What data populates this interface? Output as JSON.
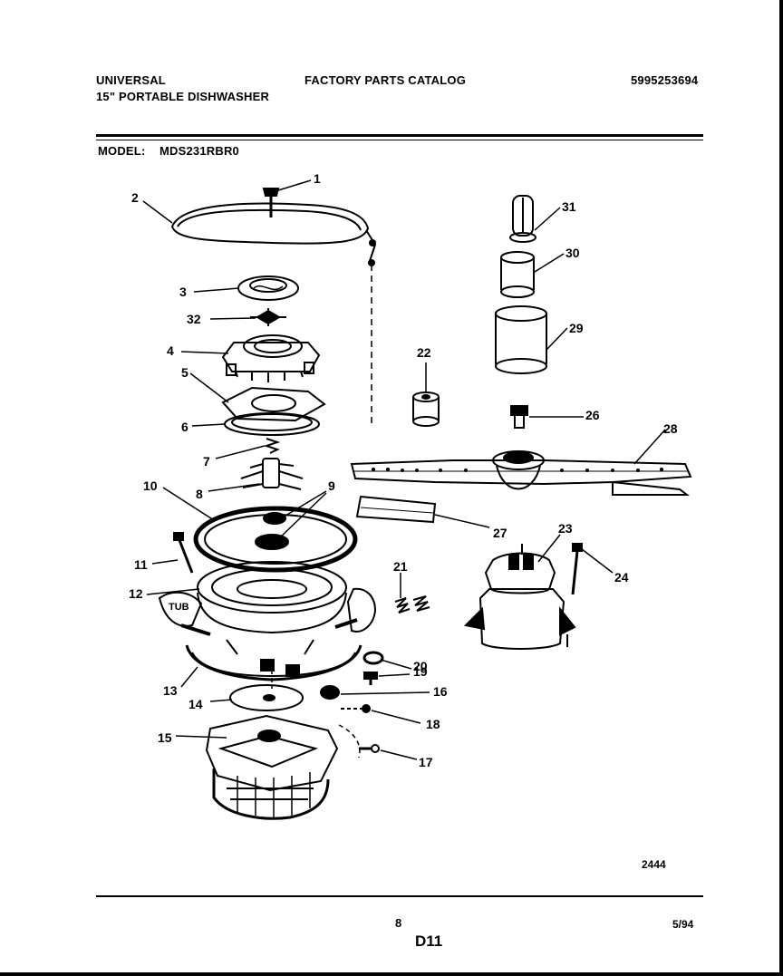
{
  "header": {
    "brand": "UNIVERSAL",
    "product": "15\" PORTABLE DISHWASHER",
    "catalog_title": "FACTORY PARTS CATALOG",
    "catalog_number": "5995253694",
    "model_label": "MODEL:",
    "model_number": "MDS231RBR0"
  },
  "diagram": {
    "tub_label": "TUB",
    "drawing_number": "2444",
    "callouts": [
      "1",
      "2",
      "3",
      "32",
      "4",
      "5",
      "6",
      "7",
      "8",
      "10",
      "9",
      "11",
      "12",
      "13",
      "14",
      "15",
      "31",
      "30",
      "29",
      "22",
      "26",
      "28",
      "27",
      "23",
      "24",
      "21",
      "20",
      "19",
      "16",
      "18",
      "17"
    ]
  },
  "footer": {
    "page_number": "8",
    "section_code": "D11",
    "date": "5/94"
  }
}
